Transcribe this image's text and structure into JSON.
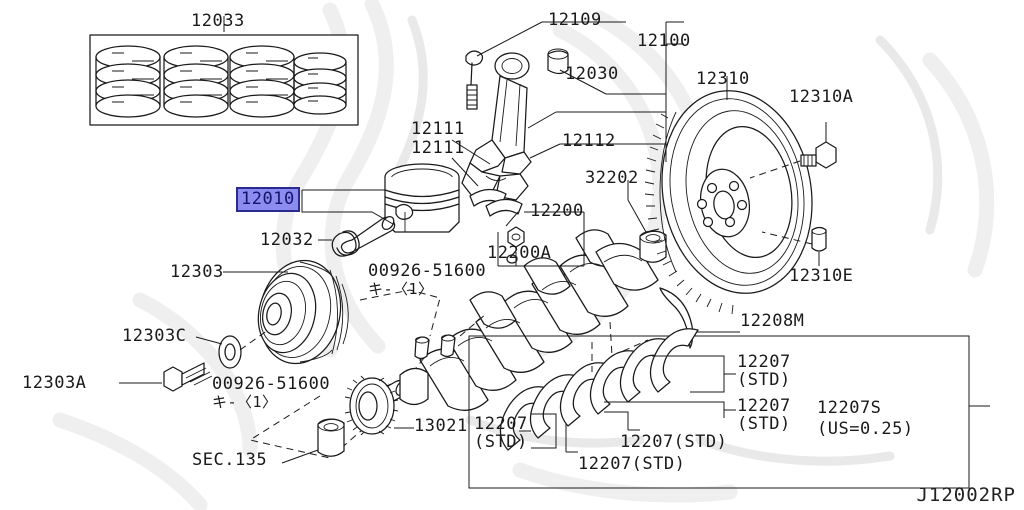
{
  "diagram": {
    "id_code": "J12002RP",
    "background_color": "#ffffff",
    "line_color": "#1a1a1a",
    "selection": {
      "part_number": "12010",
      "fill_color": "#8c8cf0",
      "border_color": "#2b2b8f",
      "text_color": "#14146b"
    },
    "title_hidden": true
  },
  "labels": {
    "piston_ring_set": "12033",
    "piston": "12010",
    "snap_ring": "12032",
    "conrod_assembly": "12100",
    "conrod_bolt": "12109",
    "conrod_bush": "12030",
    "conrod_bearing_a": "12111",
    "conrod_bearing_b": "12111",
    "conrod_cap": "12112",
    "crankshaft": "12200",
    "crankshaft_pin": "12200A",
    "pilot_bushing": "32202",
    "flywheel": "12310",
    "flywheel_bolt": "12310A",
    "flywheel_dowel": "12310E",
    "thrust_washer": "12208M",
    "main_bearing_1": "12207",
    "main_bearing_1_grade": "(STD)",
    "main_bearing_2": "12207",
    "main_bearing_2_grade": "(STD)",
    "main_bearing_3": "12207(STD)",
    "main_bearing_4": "12207(STD)",
    "main_bearing_5": "12207",
    "main_bearing_5_grade": "(STD)",
    "main_bearing_set": "12207S",
    "main_bearing_set_grade": "(US=0.25)",
    "crank_pulley": "12303",
    "pulley_washer": "12303C",
    "pulley_bolt": "12303A",
    "key_upper": "00926-51600",
    "key_upper_note": "キ-〈1〉",
    "key_lower": "00926-51600",
    "key_lower_note": "キ-〈1〉",
    "crank_sprocket": "13021",
    "section_ref": "SEC.135"
  }
}
